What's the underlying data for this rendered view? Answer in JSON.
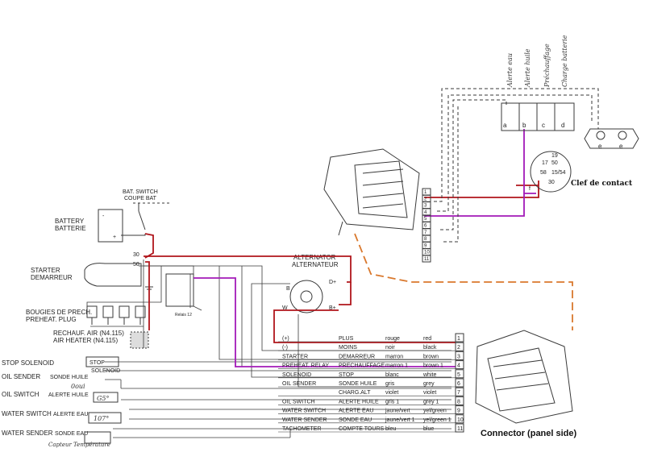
{
  "colors": {
    "positive": "#b0151b",
    "preheat": "#a21ab8",
    "connector_link": "#d9782d",
    "line": "#3a3a3a"
  },
  "battery_switch": {
    "label1": "BAT. SWITCH",
    "label2": "COUPE BAT"
  },
  "battery": {
    "label1": "BATTERY",
    "label2": "BATTERIE",
    "plus": "+",
    "minus": "-"
  },
  "starter": {
    "label1": "STARTER",
    "label2": "DEMARREUR",
    "terminal_a": "30",
    "terminal_b": "50"
  },
  "glow_plugs": {
    "label1": "BOUGIES DE PRECH.",
    "label2": "PREHEAT. PLUG"
  },
  "air_heater": {
    "label1": "RECHAUF. AIR (N4.115)",
    "label2": "AIR HEATER (N4.115)"
  },
  "relay": {
    "label": "Relais 12v 40A"
  },
  "alternator": {
    "label1": "ALTERNATOR",
    "label2": "ALTERNATEUR",
    "b": "B",
    "d": "D+",
    "w": "W",
    "bplus": "B+"
  },
  "left_items": [
    {
      "name": "STOP SOLENOID",
      "local": "STOP",
      "sub": "SOLENOID",
      "hand": ""
    },
    {
      "name": "OIL SENDER",
      "local": "SONDE HUILE",
      "sub": "",
      "hand": "0oui"
    },
    {
      "name": "OIL SWITCH",
      "local": "ALERTE HUILE",
      "sub": "",
      "hand": "G5°"
    },
    {
      "name": "WATER SWITCH",
      "local": "ALERTE EAU",
      "sub": "",
      "hand": "107°"
    },
    {
      "name": "WATER SENDER",
      "local": "SONDE EAU",
      "sub": "",
      "hand": "Capteur Température"
    }
  ],
  "wire_table": [
    {
      "en": "(+)",
      "fr": "PLUS",
      "cfr": "rouge",
      "cen": "red",
      "pin": "1"
    },
    {
      "en": "(-)",
      "fr": "MOINS",
      "cfr": "noir",
      "cen": "black",
      "pin": "2"
    },
    {
      "en": "STARTER",
      "fr": "DEMARREUR",
      "cfr": "marron",
      "cen": "brown",
      "pin": "3"
    },
    {
      "en": "PREHEAT. RELAY",
      "fr": "PRECHAUFFAGE",
      "cfr": "marron 1",
      "cen": "brown 1",
      "pin": "4"
    },
    {
      "en": "SOLENOID",
      "fr": "STOP",
      "cfr": "blanc",
      "cen": "white",
      "pin": "5"
    },
    {
      "en": "OIL SENDER",
      "fr": "SONDE HUILE",
      "cfr": "gris",
      "cen": "grey",
      "pin": "6"
    },
    {
      "en": "",
      "fr": "CHARG.ALT",
      "cfr": "violet",
      "cen": "violet",
      "pin": "7"
    },
    {
      "en": "OIL SWITCH",
      "fr": "ALERTE HUILE",
      "cfr": "gris 1",
      "cen": "grey 1",
      "pin": "8"
    },
    {
      "en": "WATER SWITCH",
      "fr": "ALERTE EAU",
      "cfr": "jaune/vert",
      "cen": "yel/green",
      "pin": "9"
    },
    {
      "en": "WATER SENDER",
      "fr": "SONDE EAU",
      "cfr": "jaune/vert 1",
      "cen": "yel/green 1",
      "pin": "10"
    },
    {
      "en": "TACHOMETER",
      "fr": "COMPTE TOURS",
      "cfr": "bleu",
      "cen": "blue",
      "pin": "11"
    }
  ],
  "panel_pins": [
    "1",
    "2",
    "3",
    "4",
    "5",
    "6",
    "7",
    "8",
    "9",
    "10",
    "11"
  ],
  "warning_labels": [
    "Alerte eau",
    "Alerte huile",
    "Préchauffage",
    "Charge batterie"
  ],
  "warning_lamps": [
    "a",
    "b",
    "c",
    "d"
  ],
  "ignition": {
    "label": "Clef de contact",
    "t19": "19",
    "t17": "17",
    "t50": "50",
    "t58": "58",
    "t15": "15/54",
    "t30": "30",
    "f": "f"
  },
  "gauges": [
    "e",
    "e"
  ],
  "connector": {
    "label": "Connector (panel side)"
  }
}
